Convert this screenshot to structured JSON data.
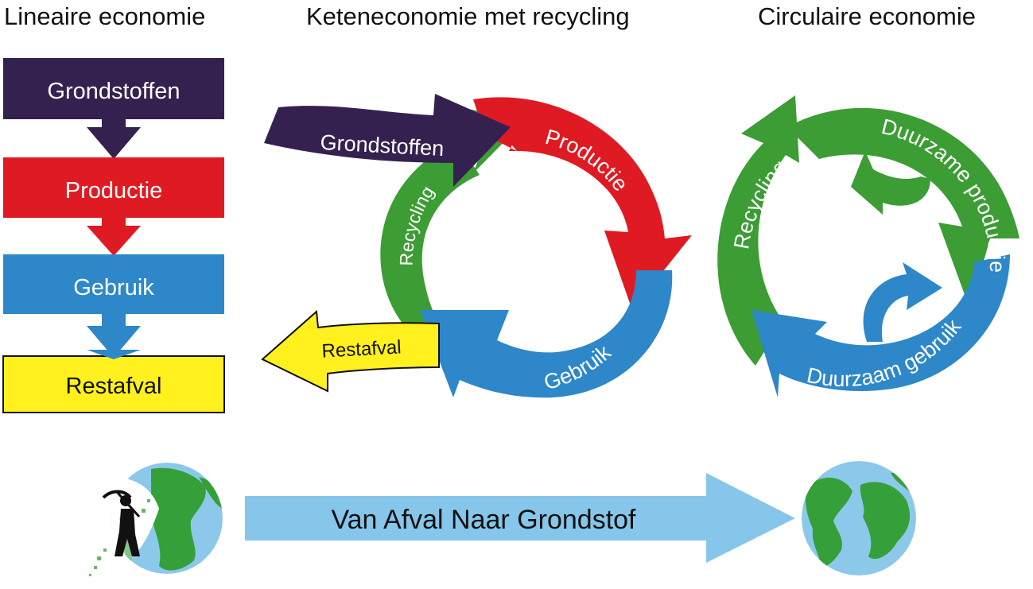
{
  "titles": {
    "linear": "Lineaire economie",
    "chain": "Keteneconomie met recycling",
    "circular": "Circulaire economie"
  },
  "linear": {
    "raw": "Grondstoffen",
    "production": "Productie",
    "use": "Gebruik",
    "waste": "Restafval"
  },
  "chain": {
    "raw": "Grondstoffen",
    "production": "Productie",
    "use": "Gebruik",
    "recycling": "Recycling",
    "waste": "Restafval"
  },
  "circular": {
    "recycling": "Recycling",
    "production": "Duurzame productie",
    "use": "Duurzaam gebruik"
  },
  "bottom_arrow": "Van Afval Naar Grondstof",
  "colors": {
    "purple": "#35214f",
    "red": "#e01a22",
    "blue": "#2d87c8",
    "yellow": "#fff01e",
    "green": "#3c9d35",
    "lightblue": "#86c6ea",
    "ocean": "#8cc8ea",
    "land": "#35a03a"
  }
}
